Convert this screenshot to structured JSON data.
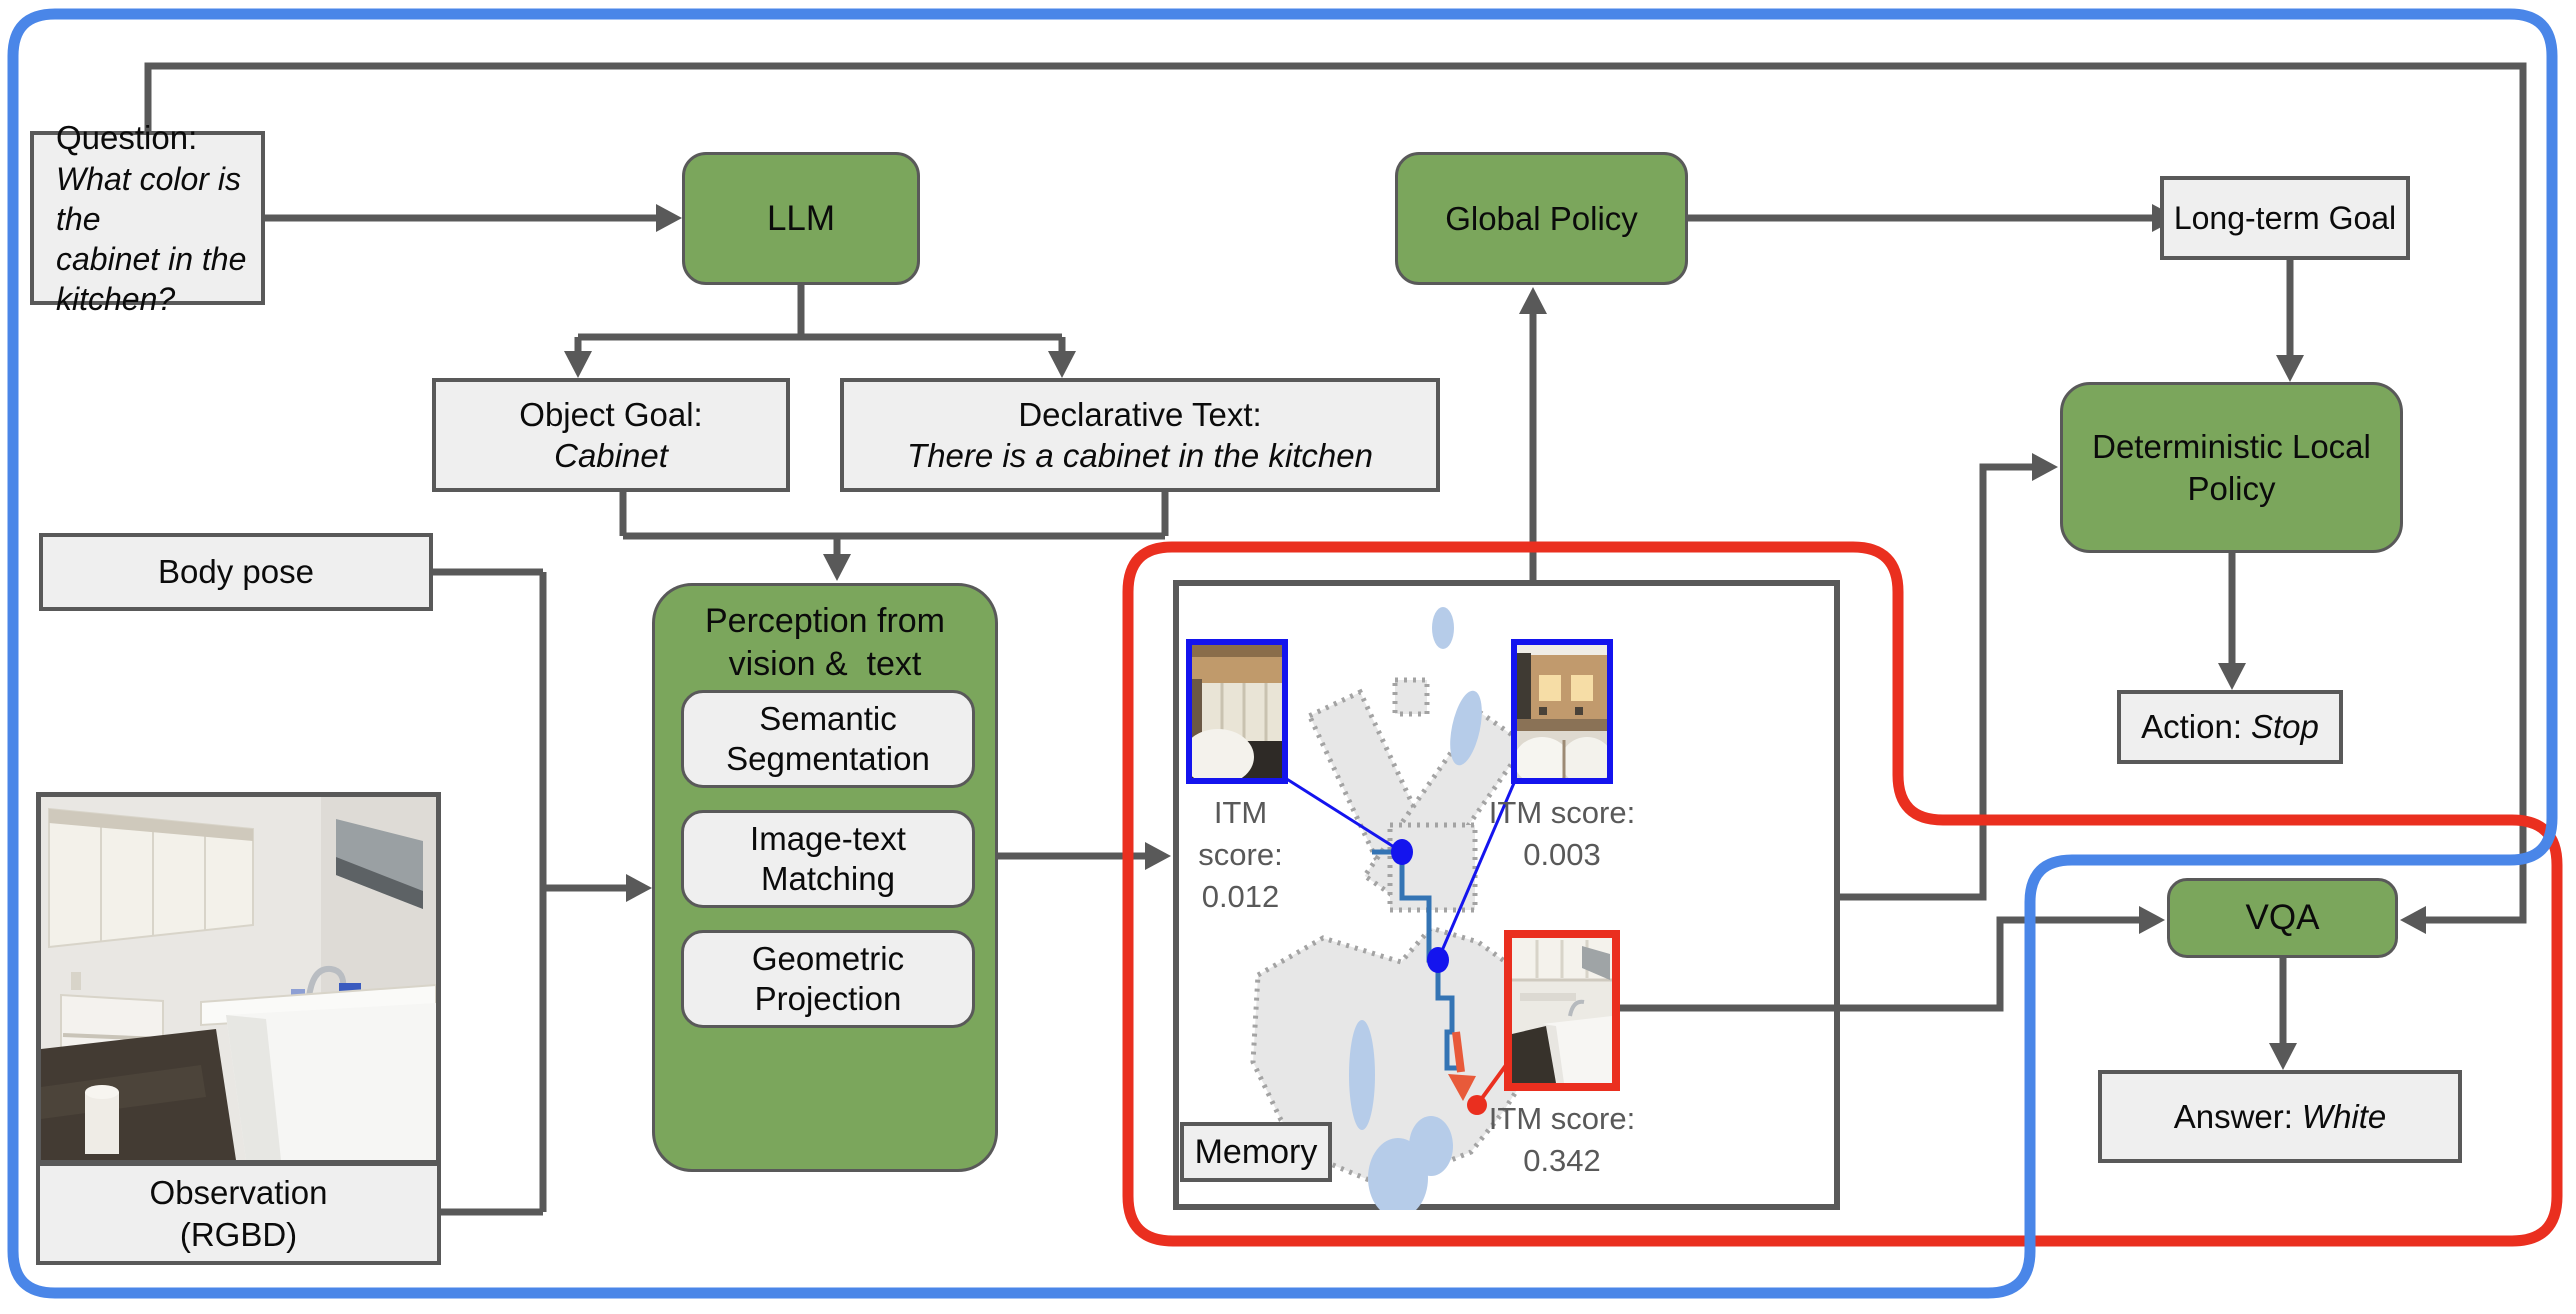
{
  "title": "Embodied question answering agent architecture diagram",
  "colors": {
    "node_green": "#7ba65c",
    "node_gray_bg": "#efefef",
    "line_gray": "#595959",
    "loop_red": "#ea2f1f",
    "loop_blue": "#4a86e8",
    "image_frame_blue": "#1414ee",
    "map_path_blue": "#3474b4",
    "map_free_space": "#e7e7e7",
    "map_water_blue": "#b6cce9",
    "itm_text_gray": "#595959"
  },
  "nodes": {
    "question": {
      "label": "Question:",
      "value": "What color is the\ncabinet in the kitchen?"
    },
    "llm": {
      "label": "LLM"
    },
    "object_goal": {
      "label": "Object Goal:",
      "value": "Cabinet"
    },
    "declarative_text": {
      "label": "Declarative Text:",
      "value": "There is a cabinet in the kitchen"
    },
    "body_pose": {
      "label": "Body pose"
    },
    "observation": {
      "label": "Observation\n(RGBD)"
    },
    "perception": {
      "title": "Perception from\nvision &  text",
      "modules": [
        "Semantic\nSegmentation",
        "Image-text\nMatching",
        "Geometric\nProjection"
      ]
    },
    "memory": {
      "label": "Memory",
      "itm_scores": [
        {
          "label": "ITM score:",
          "value": "0.012",
          "image": "bedroom-wardrobe-photo",
          "frame": "blue"
        },
        {
          "label": "ITM score:",
          "value": "0.003",
          "image": "bedroom-twin-beds-photo",
          "frame": "blue"
        },
        {
          "label": "ITM score:",
          "value": "0.342",
          "image": "kitchen-counter-photo",
          "frame": "red"
        }
      ]
    },
    "global_policy": {
      "label": "Global Policy"
    },
    "long_term_goal": {
      "label": "Long-term Goal"
    },
    "local_policy": {
      "label": "Deterministic Local\nPolicy"
    },
    "action": {
      "label": "Action:",
      "value": "Stop"
    },
    "vqa": {
      "label": "VQA"
    },
    "answer": {
      "label": "Answer:",
      "value": "White"
    }
  }
}
